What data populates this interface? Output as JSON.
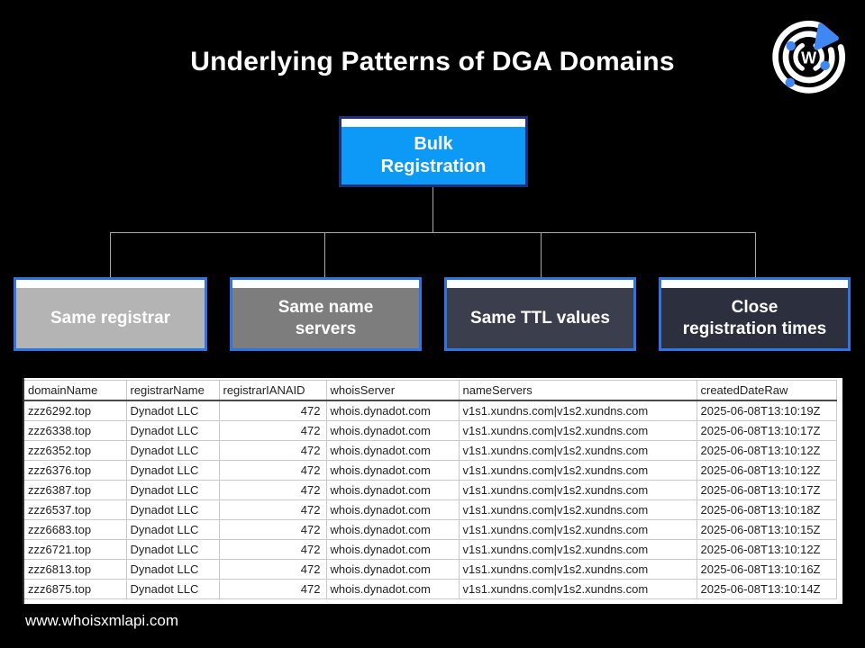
{
  "slide": {
    "title": "Underlying Patterns of DGA Domains",
    "footer": "www.whoisxmlapi.com",
    "logo_letter": "W",
    "accent_color": "#3f87f3"
  },
  "diagram": {
    "root": {
      "label": "Bulk\nRegistration",
      "fill": "#0d9af6",
      "border": "#1c2e7c"
    },
    "children": [
      {
        "label": "Same registrar",
        "fill": "#b4b4b4",
        "border": "#2e74e4"
      },
      {
        "label": "Same name\nservers",
        "fill": "#7d7d7d",
        "border": "#2e74e4"
      },
      {
        "label": "Same TTL values",
        "fill": "#3a3e4d",
        "border": "#2e74e4"
      },
      {
        "label": "Close\nregistration times",
        "fill": "#2c2f3d",
        "border": "#2e74e4"
      }
    ]
  },
  "table": {
    "columns": [
      "domainName",
      "registrarName",
      "registrarIANAID",
      "whoisServer",
      "nameServers",
      "createdDateRaw"
    ],
    "rows": [
      [
        "zzz6292.top",
        "Dynadot LLC",
        "472",
        "whois.dynadot.com",
        "v1s1.xundns.com|v1s2.xundns.com",
        "2025-06-08T13:10:19Z"
      ],
      [
        "zzz6338.top",
        "Dynadot LLC",
        "472",
        "whois.dynadot.com",
        "v1s1.xundns.com|v1s2.xundns.com",
        "2025-06-08T13:10:17Z"
      ],
      [
        "zzz6352.top",
        "Dynadot LLC",
        "472",
        "whois.dynadot.com",
        "v1s1.xundns.com|v1s2.xundns.com",
        "2025-06-08T13:10:12Z"
      ],
      [
        "zzz6376.top",
        "Dynadot LLC",
        "472",
        "whois.dynadot.com",
        "v1s1.xundns.com|v1s2.xundns.com",
        "2025-06-08T13:10:12Z"
      ],
      [
        "zzz6387.top",
        "Dynadot LLC",
        "472",
        "whois.dynadot.com",
        "v1s1.xundns.com|v1s2.xundns.com",
        "2025-06-08T13:10:17Z"
      ],
      [
        "zzz6537.top",
        "Dynadot LLC",
        "472",
        "whois.dynadot.com",
        "v1s1.xundns.com|v1s2.xundns.com",
        "2025-06-08T13:10:18Z"
      ],
      [
        "zzz6683.top",
        "Dynadot LLC",
        "472",
        "whois.dynadot.com",
        "v1s1.xundns.com|v1s2.xundns.com",
        "2025-06-08T13:10:15Z"
      ],
      [
        "zzz6721.top",
        "Dynadot LLC",
        "472",
        "whois.dynadot.com",
        "v1s1.xundns.com|v1s2.xundns.com",
        "2025-06-08T13:10:12Z"
      ],
      [
        "zzz6813.top",
        "Dynadot LLC",
        "472",
        "whois.dynadot.com",
        "v1s1.xundns.com|v1s2.xundns.com",
        "2025-06-08T13:10:16Z"
      ],
      [
        "zzz6875.top",
        "Dynadot LLC",
        "472",
        "whois.dynadot.com",
        "v1s1.xundns.com|v1s2.xundns.com",
        "2025-06-08T13:10:14Z"
      ]
    ]
  }
}
